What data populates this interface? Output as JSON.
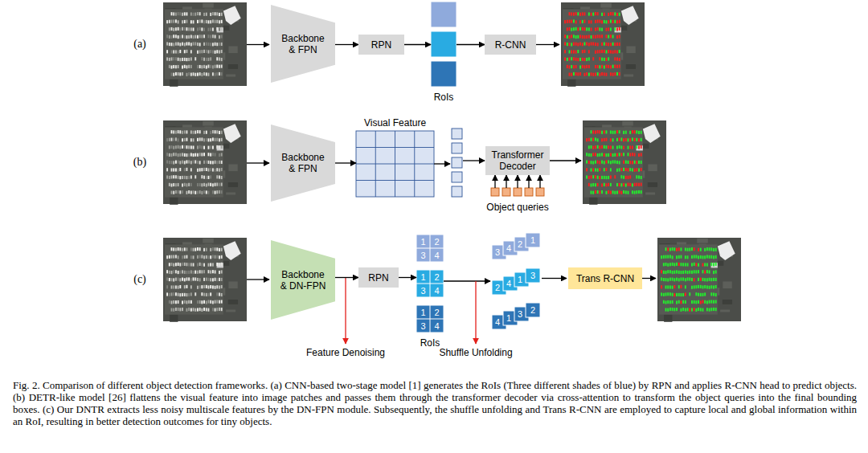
{
  "diagram": {
    "caption": "Fig. 2. Comparison of different object detection frameworks. (a) CNN-based two-stage model [1] generates the RoIs (Three different shades of blue) by RPN and applies R-CNN head to predict objects. (b) DETR-like model [26] flattens the visual feature into image patches and passes them through the transformer decoder via cross-attention to transform the object queries into the final bounding boxes. (c) Our DNTR extracts less noisy multiscale features by the DN-FPN module. Subsequently, the shuffle unfolding and Trans R-CNN are employed to capture local and global information within an RoI, resulting in better detection outcomes for tiny objects.",
    "nodes": [
      {
        "text": [
          "Backbone & FPN"
        ]
      },
      {
        "text": [
          "RPN"
        ]
      },
      {
        "text": [
          "RoIs"
        ]
      },
      {
        "text": [
          "R-CNN"
        ]
      },
      {
        "text": [
          "Backbone & FPN"
        ]
      },
      {
        "text": [
          "Visual Feature"
        ]
      },
      {
        "text": [
          "Transformer Decoder"
        ]
      },
      {
        "text": [
          "Object queries"
        ]
      },
      {
        "text": [
          "Backbone & DN-FPN"
        ]
      },
      {
        "text": [
          "RPN"
        ]
      },
      {
        "text": [
          "RoIs"
        ]
      },
      {
        "text": [
          "Trans R-CNN"
        ]
      }
    ],
    "edges": [
      {
        "from": 0,
        "to": 1,
        "arrow": "to"
      },
      {
        "from": 1,
        "to": 2,
        "arrow": "to"
      },
      {
        "from": 2,
        "to": 3,
        "arrow": "to"
      },
      {
        "from": 4,
        "to": 5,
        "arrow": "to"
      },
      {
        "from": 7,
        "to": 6,
        "arrow": "to"
      },
      {
        "from": 8,
        "to": 9,
        "arrow": "to"
      },
      {
        "from": 9,
        "to": 10,
        "arrow": "to"
      }
    ],
    "labels": [
      "(a)",
      "(b)",
      "(c)",
      "1",
      "2",
      "3",
      "4",
      "1",
      "2",
      "3",
      "4",
      "1",
      "2",
      "3",
      "4",
      "3",
      "4",
      "2",
      "1",
      "2",
      "4",
      "1",
      "3",
      "4",
      "1",
      "3",
      "2",
      "Feature Denoising",
      "Shuffle Unfolding"
    ]
  }
}
